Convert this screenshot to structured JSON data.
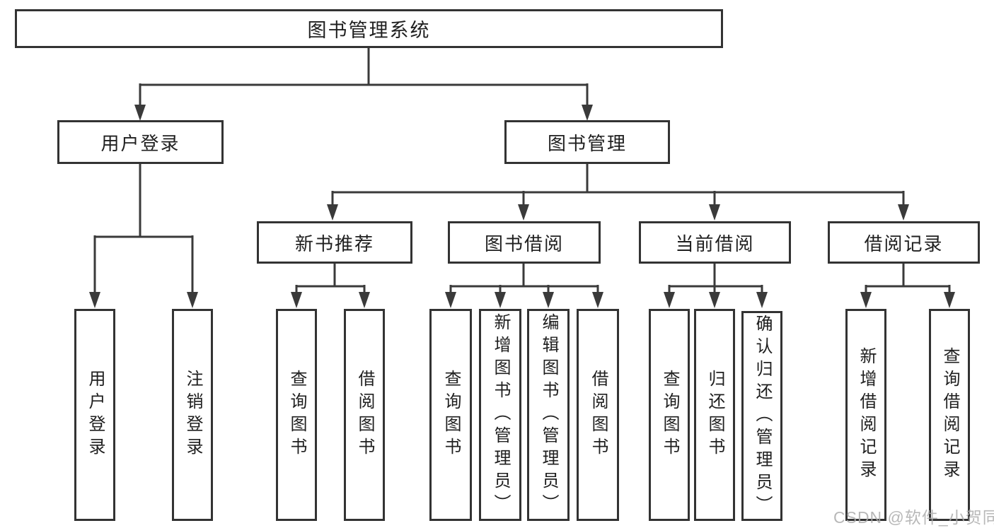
{
  "tree": {
    "root": "图书管理系统",
    "children": [
      {
        "label": "用户登录",
        "children": [
          "用户登录",
          "注销登录"
        ]
      },
      {
        "label": "图书管理",
        "children": [
          {
            "label": "新书推荐",
            "children": [
              "查询图书",
              "借阅图书"
            ]
          },
          {
            "label": "图书借阅",
            "children": [
              "查询图书",
              "新增图书（管理员）",
              "编辑图书（管理员）",
              "借阅图书"
            ]
          },
          {
            "label": "当前借阅",
            "children": [
              "查询图书",
              "归还图书",
              "确认归还（管理员）"
            ]
          },
          {
            "label": "借阅记录",
            "children": [
              "新增借阅记录",
              "查询借阅记录"
            ]
          }
        ]
      }
    ]
  },
  "watermark": {
    "text": "CSDN @软件_小贺同学"
  },
  "colors": {
    "line": "#3a3a3a",
    "box_border": "#333333",
    "box_fill": "#ffffff",
    "text": "#1f1f1f",
    "watermark": "#acacac"
  }
}
